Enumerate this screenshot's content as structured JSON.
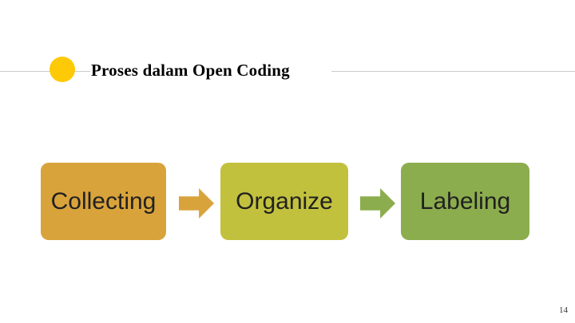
{
  "slide": {
    "title": "Proses dalam Open Coding",
    "page_number": "14"
  },
  "accents": {
    "bullet_color": "#FEC907",
    "rule_color": "#CBCBCB",
    "box_text_color": "#212121"
  },
  "flow": {
    "steps": [
      {
        "label": "Collecting",
        "color": "#D9A33C"
      },
      {
        "label": "Organize",
        "color": "#C2C13E"
      },
      {
        "label": "Labeling",
        "color": "#8CAD4D"
      }
    ],
    "arrows": [
      {
        "name": "right-arrow",
        "color": "#D9A33C"
      },
      {
        "name": "right-arrow",
        "color": "#8CAD4D"
      }
    ]
  }
}
